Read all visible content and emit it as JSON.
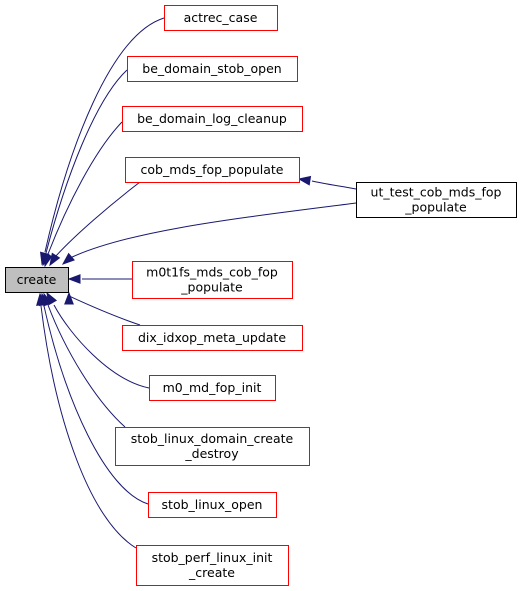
{
  "graph": {
    "nodes": {
      "create": {
        "lines": [
          "create"
        ]
      },
      "actrec_case": {
        "lines": [
          "actrec_case"
        ]
      },
      "be_domain_stob_open": {
        "lines": [
          "be_domain_stob_open"
        ]
      },
      "be_domain_log_cleanup": {
        "lines": [
          "be_domain_log_cleanup"
        ]
      },
      "cob_mds_fop_populate": {
        "lines": [
          "cob_mds_fop_populate"
        ]
      },
      "ut_test_cob_mds_fop_populate": {
        "lines": [
          "ut_test_cob_mds_fop",
          "_populate"
        ]
      },
      "m0t1fs_mds_cob_fop_populate": {
        "lines": [
          "m0t1fs_mds_cob_fop",
          "_populate"
        ]
      },
      "dix_idxop_meta_update": {
        "lines": [
          "dix_idxop_meta_update"
        ]
      },
      "m0_md_fop_init": {
        "lines": [
          "m0_md_fop_init"
        ]
      },
      "stob_linux_domain_create_destroy": {
        "lines": [
          "stob_linux_domain_create",
          "_destroy"
        ]
      },
      "stob_linux_open": {
        "lines": [
          "stob_linux_open"
        ]
      },
      "stob_perf_linux_init_create": {
        "lines": [
          "stob_perf_linux_init",
          "_create"
        ]
      }
    },
    "edges": [
      {
        "from": "actrec_case",
        "to": "create"
      },
      {
        "from": "be_domain_stob_open",
        "to": "create"
      },
      {
        "from": "be_domain_log_cleanup",
        "to": "create"
      },
      {
        "from": "cob_mds_fop_populate",
        "to": "create"
      },
      {
        "from": "ut_test_cob_mds_fop_populate",
        "to": "create"
      },
      {
        "from": "ut_test_cob_mds_fop_populate",
        "to": "cob_mds_fop_populate"
      },
      {
        "from": "m0t1fs_mds_cob_fop_populate",
        "to": "create"
      },
      {
        "from": "dix_idxop_meta_update",
        "to": "create"
      },
      {
        "from": "m0_md_fop_init",
        "to": "create"
      },
      {
        "from": "stob_linux_domain_create_destroy",
        "to": "create"
      },
      {
        "from": "stob_linux_open",
        "to": "create"
      },
      {
        "from": "stob_perf_linux_init_create",
        "to": "create"
      }
    ]
  }
}
